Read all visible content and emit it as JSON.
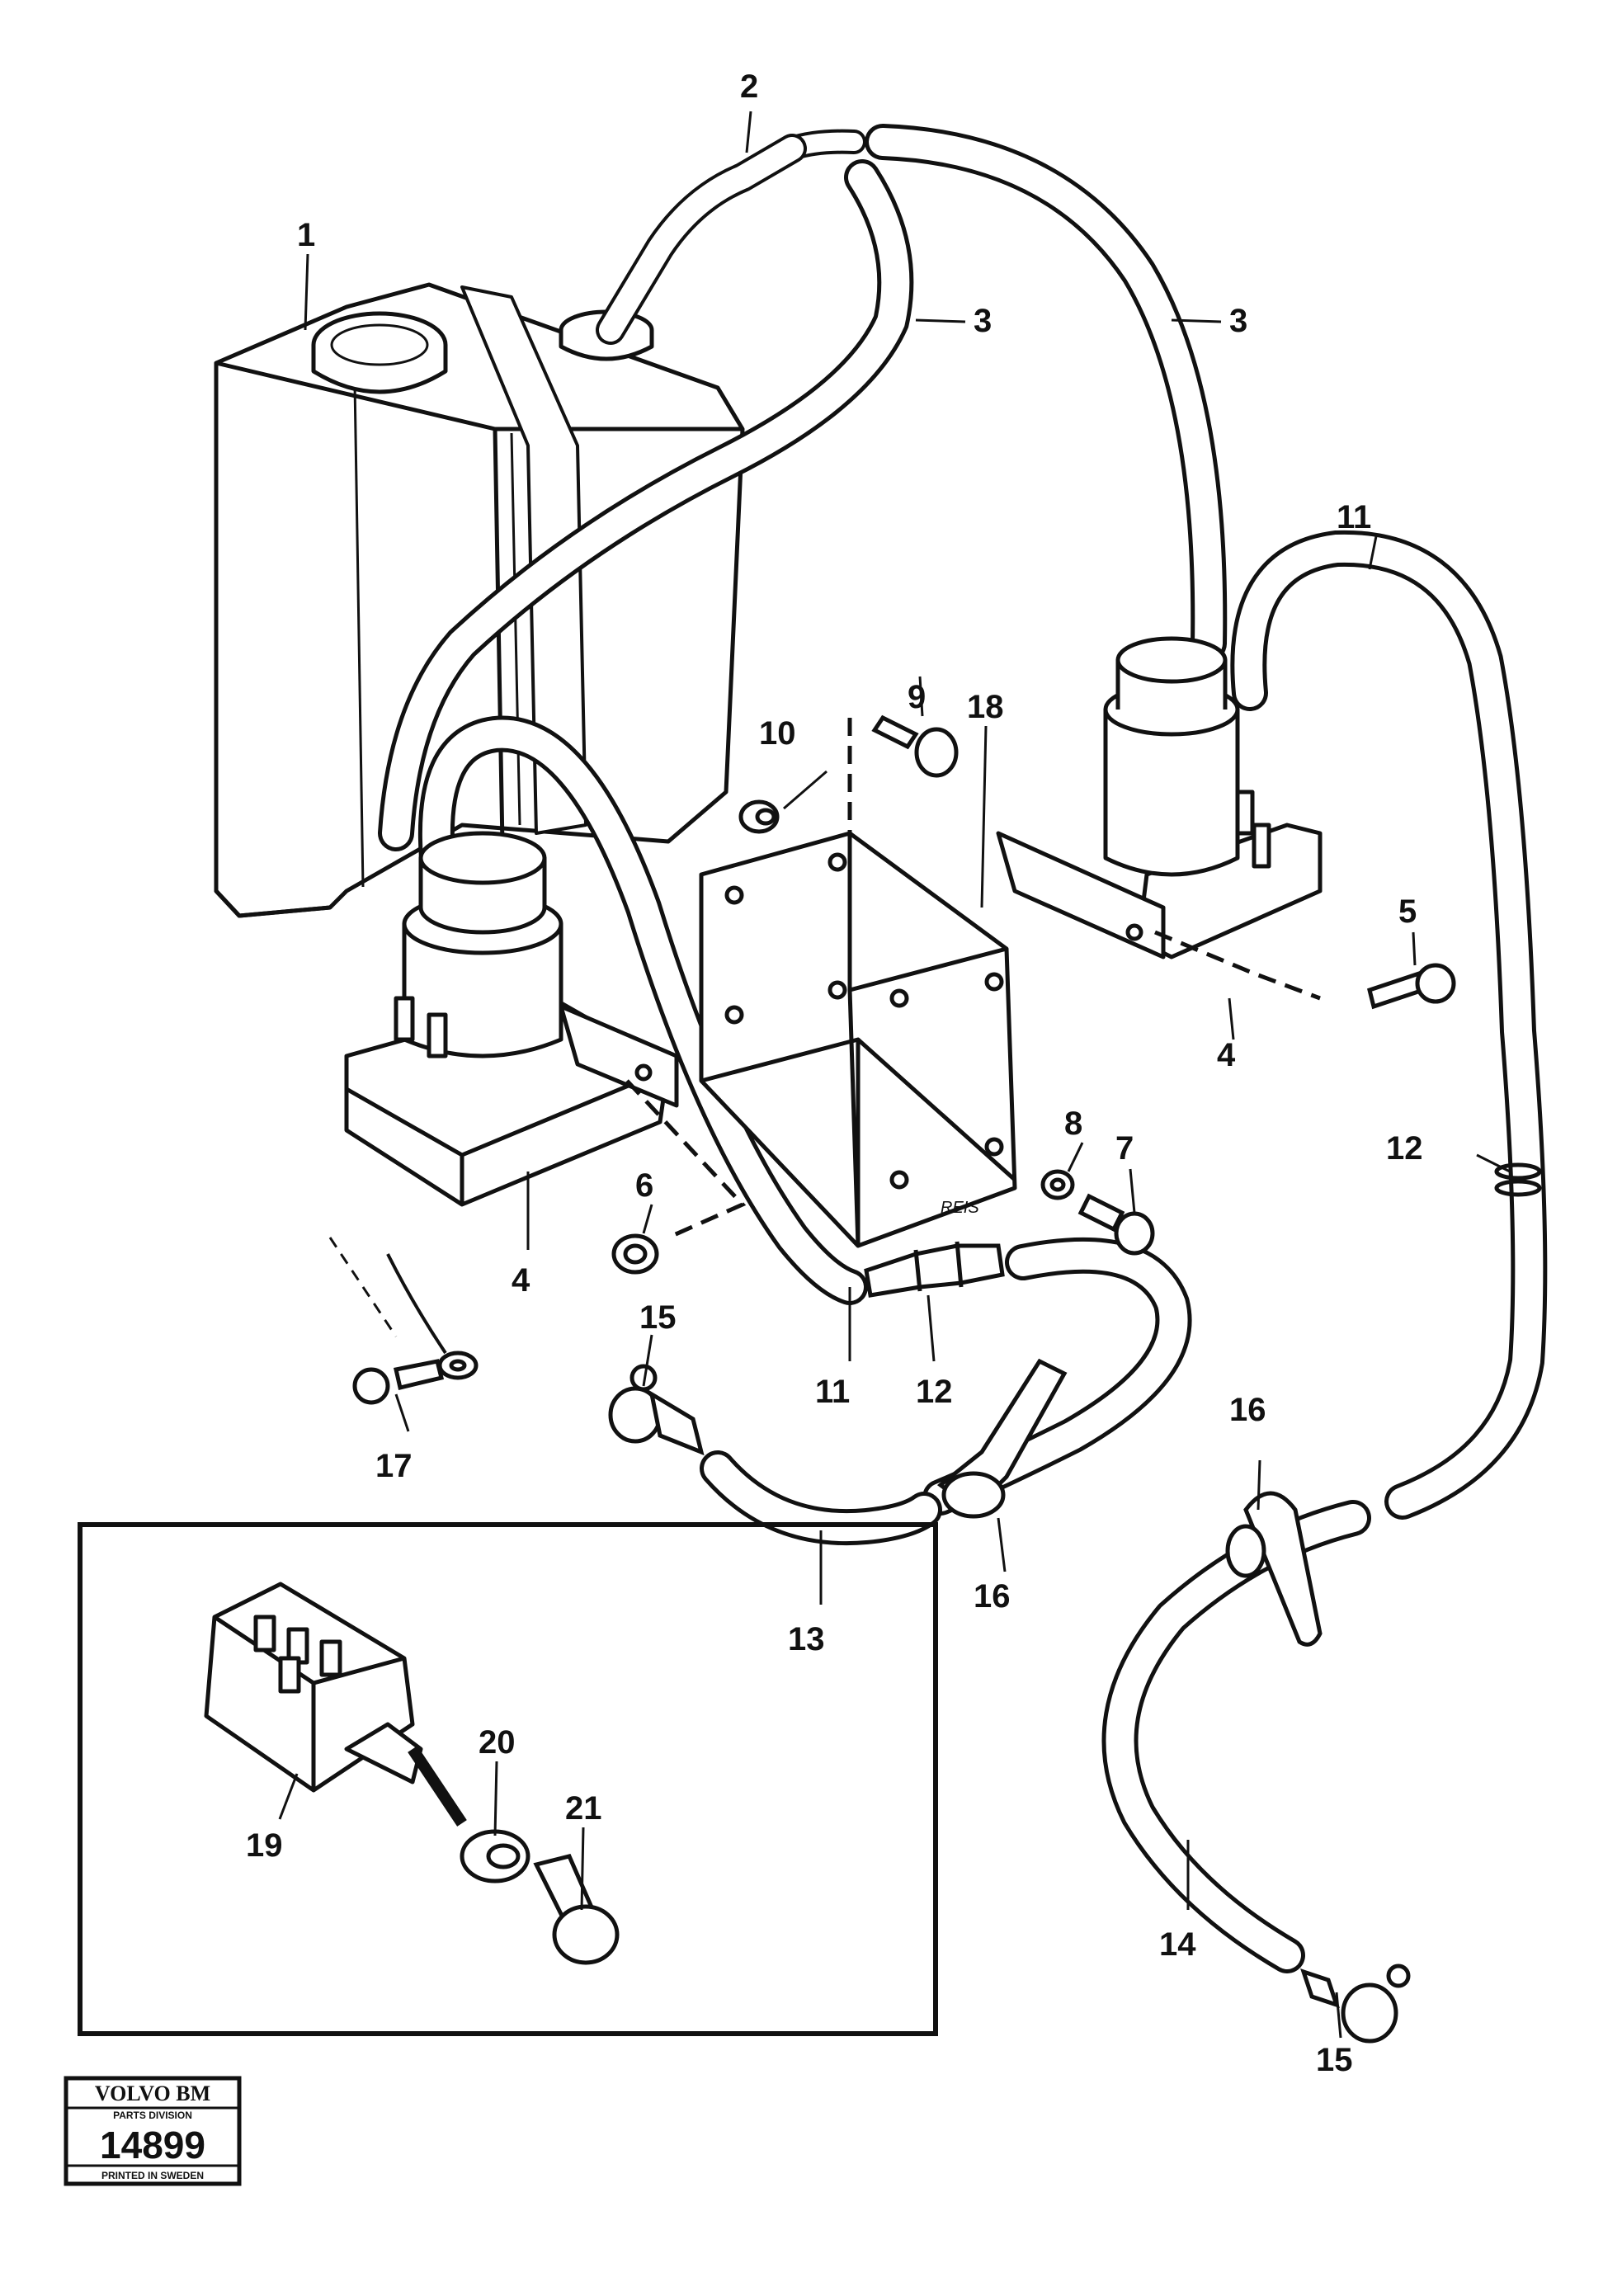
{
  "diagram": {
    "callouts": {
      "c1": "1",
      "c2": "2",
      "c3a": "3",
      "c3b": "3",
      "c4a": "4",
      "c4b": "4",
      "c5": "5",
      "c6": "6",
      "c7": "7",
      "c8": "8",
      "c9": "9",
      "c10": "10",
      "c11a": "11",
      "c11b": "11",
      "c12a": "12",
      "c12b": "12",
      "c13": "13",
      "c14": "14",
      "c15a": "15",
      "c15b": "15",
      "c16a": "16",
      "c16b": "16",
      "c17": "17",
      "c18": "18",
      "c19": "19",
      "c20": "20",
      "c21": "21"
    },
    "stamp": {
      "brand": "VOLVO BM",
      "division": "PARTS DIVISION",
      "number": "14899",
      "printed": "PRINTED IN SWEDEN"
    },
    "engraving": "REIS"
  }
}
